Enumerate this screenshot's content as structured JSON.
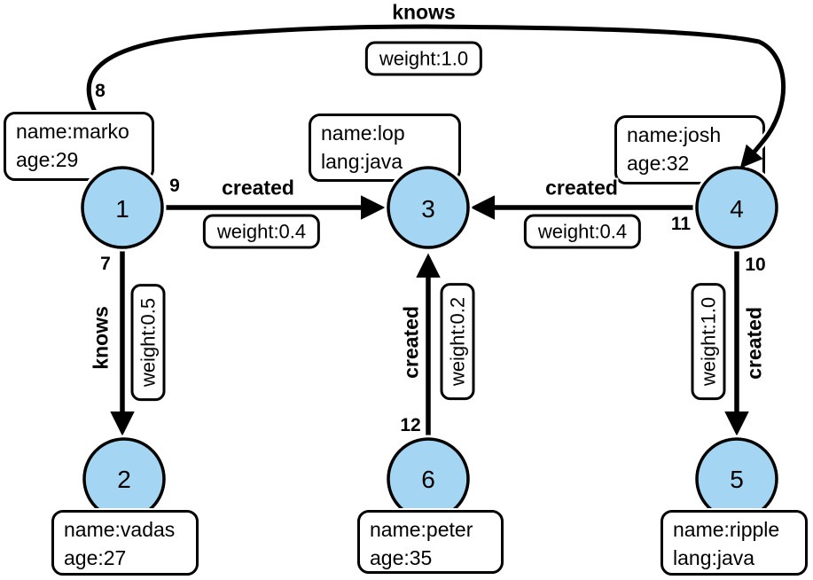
{
  "diagram_type": "property-graph",
  "colors": {
    "background": "#ffffff",
    "node_fill": "#A4D6F4",
    "node_stroke": "#000000",
    "edge_color": "#000000",
    "box_fill": "#ffffff",
    "box_border": "#000000"
  },
  "nodes": [
    {
      "id": "1",
      "properties": [
        "name:marko",
        "age:29"
      ]
    },
    {
      "id": "2",
      "properties": [
        "name:vadas",
        "age:27"
      ]
    },
    {
      "id": "3",
      "properties": [
        "name:lop",
        "lang:java"
      ]
    },
    {
      "id": "4",
      "properties": [
        "name:josh",
        "age:32"
      ]
    },
    {
      "id": "5",
      "properties": [
        "name:ripple",
        "lang:java"
      ]
    },
    {
      "id": "6",
      "properties": [
        "name:peter",
        "age:35"
      ]
    }
  ],
  "edges": [
    {
      "id": "8",
      "label": "knows",
      "weight": "weight:1.0",
      "from": "1",
      "to": "4"
    },
    {
      "id": "9",
      "label": "created",
      "weight": "weight:0.4",
      "from": "1",
      "to": "3"
    },
    {
      "id": "11",
      "label": "created",
      "weight": "weight:0.4",
      "from": "4",
      "to": "3"
    },
    {
      "id": "7",
      "label": "knows",
      "weight": "weight:0.5",
      "from": "1",
      "to": "2"
    },
    {
      "id": "12",
      "label": "created",
      "weight": "weight:0.2",
      "from": "6",
      "to": "3"
    },
    {
      "id": "10",
      "label": "created",
      "weight": "weight:1.0",
      "from": "4",
      "to": "5"
    }
  ]
}
